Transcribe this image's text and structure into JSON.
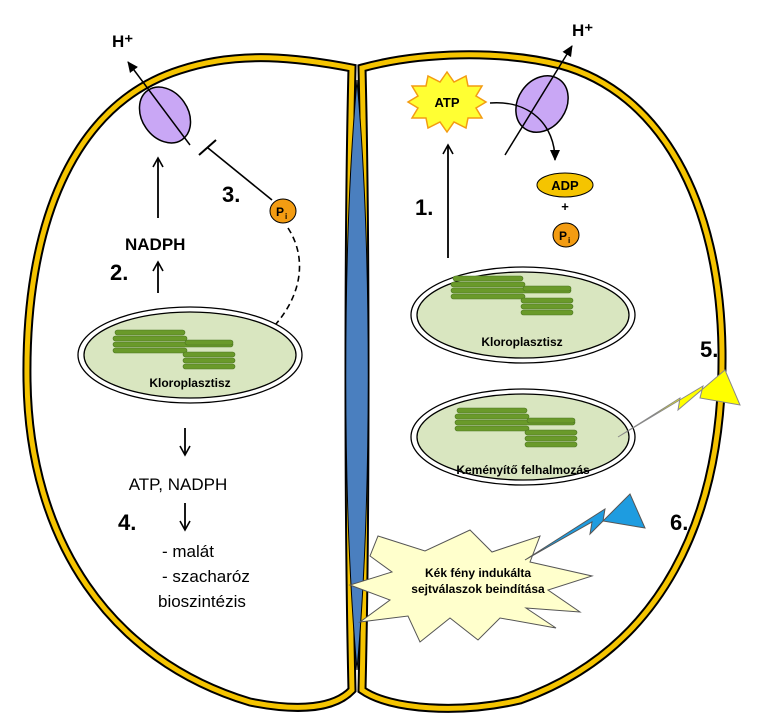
{
  "labels": {
    "proton_left": "H⁺",
    "proton_right": "H⁺",
    "atp": "ATP",
    "adp": "ADP",
    "plus": "+",
    "pi_main": "P",
    "pi_sub": "i",
    "nadph": "NADPH",
    "chloroplast_left": "Kloroplasztisz",
    "chloroplast_right": "Kloroplasztisz",
    "starch": "Keményítő felhalmozás",
    "atp_nadph": "ATP, NADPH",
    "product_malate": "- malát",
    "product_sucrose": "- szacharóz",
    "product_biosynth": "bioszintézis",
    "blue_light_line1": "Kék fény indukálta",
    "blue_light_line2": "sejtválaszok beindítása"
  },
  "steps": [
    "1.",
    "2.",
    "3.",
    "4.",
    "5.",
    "6."
  ],
  "colors": {
    "cell_wall": "#f5c400",
    "cell_wall_edge": "#000000",
    "pore": "#4a7fbf",
    "pump": "#c9a7f5",
    "chloroplast_fill": "#d9e6c0",
    "thylakoid": "#6a9a2a",
    "pi_fill": "#f39c12",
    "atp_fill": "#ffff33",
    "adp_fill": "#f5c400",
    "bolt_yellow": "#ffff00",
    "bolt_blue": "#1e9ce0",
    "starburst": "#ffffcc"
  }
}
